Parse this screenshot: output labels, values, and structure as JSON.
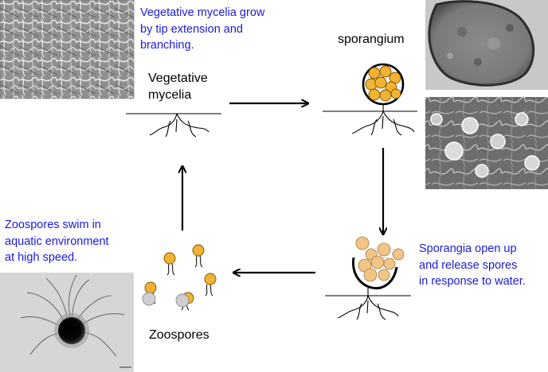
{
  "colors": {
    "annotation_text": "#1a1adb",
    "spore_fill": "#f2b233",
    "spore_stroke": "#7a5200",
    "released_spore_fill": "#f3c585",
    "arrow": "#000000"
  },
  "annotations": {
    "mycelia_growth_lines": [
      "Vegetative mycelia grow",
      "by tip extension and",
      "branching."
    ],
    "zoospore_swim_lines": [
      "Zoospores swim in",
      "aquatic environment",
      "at high speed."
    ],
    "sporangia_open_lines": [
      "Sporangia open up",
      "and release spores",
      "in response to water."
    ]
  },
  "stage_labels": {
    "vegetative_mycelia_lines": [
      "Vegetative",
      "mycelia"
    ],
    "sporangium": "sporangium",
    "zoospores": "Zoospores"
  },
  "images": {
    "top_left": "micrograph of dense vegetative mycelia",
    "top_right": "electron micrograph of sporangium",
    "middle_right": "micrograph of sporangia on hyphae",
    "bottom_left": "micrograph of flagellated zoospore"
  }
}
